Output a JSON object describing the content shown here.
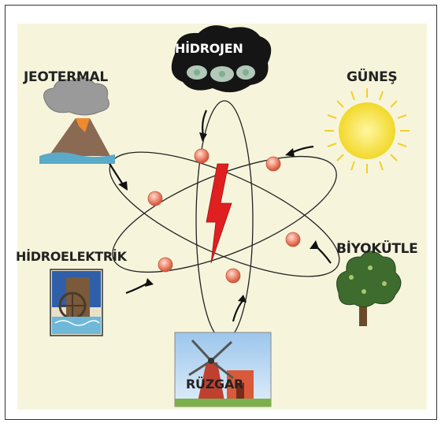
{
  "labels": {
    "hidrojen": "HİDROJEN",
    "jeotermal": "JEOTERMAL",
    "gunes": "GÜNEŞ",
    "hidroelektrik": "HİDROELEKTRİK",
    "biyokutle": "BİYOKÜTLE",
    "ruzgar": "RÜZGAR"
  },
  "colors": {
    "background": "#f6f5dc",
    "electron": "#f08a70",
    "bolt": "#e02020",
    "sun": "#f7e03a",
    "orbit": "#222222"
  }
}
